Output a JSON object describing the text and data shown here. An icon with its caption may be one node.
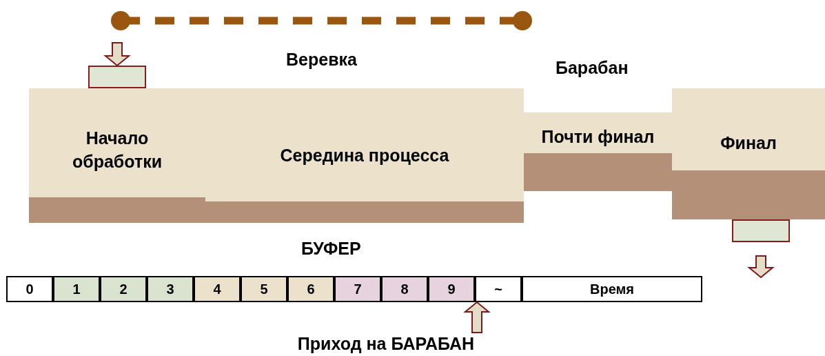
{
  "diagram": {
    "nodes": [
      {
        "text": [
          "Начало обработки"
        ]
      },
      {
        "text": [
          "Середина процесса"
        ]
      },
      {
        "text": [
          "Почти финал"
        ]
      },
      {
        "text": [
          "Финал"
        ]
      },
      {
        "text": [],
        "shape": "box"
      },
      {
        "text": [],
        "shape": "box"
      },
      {
        "text": [
          "0"
        ]
      },
      {
        "text": [
          "1"
        ]
      },
      {
        "text": [
          "2"
        ]
      },
      {
        "text": [
          "3"
        ]
      },
      {
        "text": [
          "4"
        ]
      },
      {
        "text": [
          "5"
        ]
      },
      {
        "text": [
          "6"
        ]
      },
      {
        "text": [
          "7"
        ]
      },
      {
        "text": [
          "8"
        ]
      },
      {
        "text": [
          "9"
        ]
      },
      {
        "text": [
          "~"
        ]
      },
      {
        "text": [
          "Время"
        ]
      },
      {
        "text": [
          "Приход на БАРАБАН"
        ]
      }
    ],
    "edges": [
      {
        "from": null,
        "to": 4,
        "arrow": "to"
      },
      {
        "from": 5,
        "to": null,
        "arrow": "to"
      },
      {
        "from": 18,
        "to": 15,
        "arrow": "to"
      }
    ],
    "labels": [
      "Веревка",
      "Барабан",
      "БУФЕР"
    ]
  }
}
